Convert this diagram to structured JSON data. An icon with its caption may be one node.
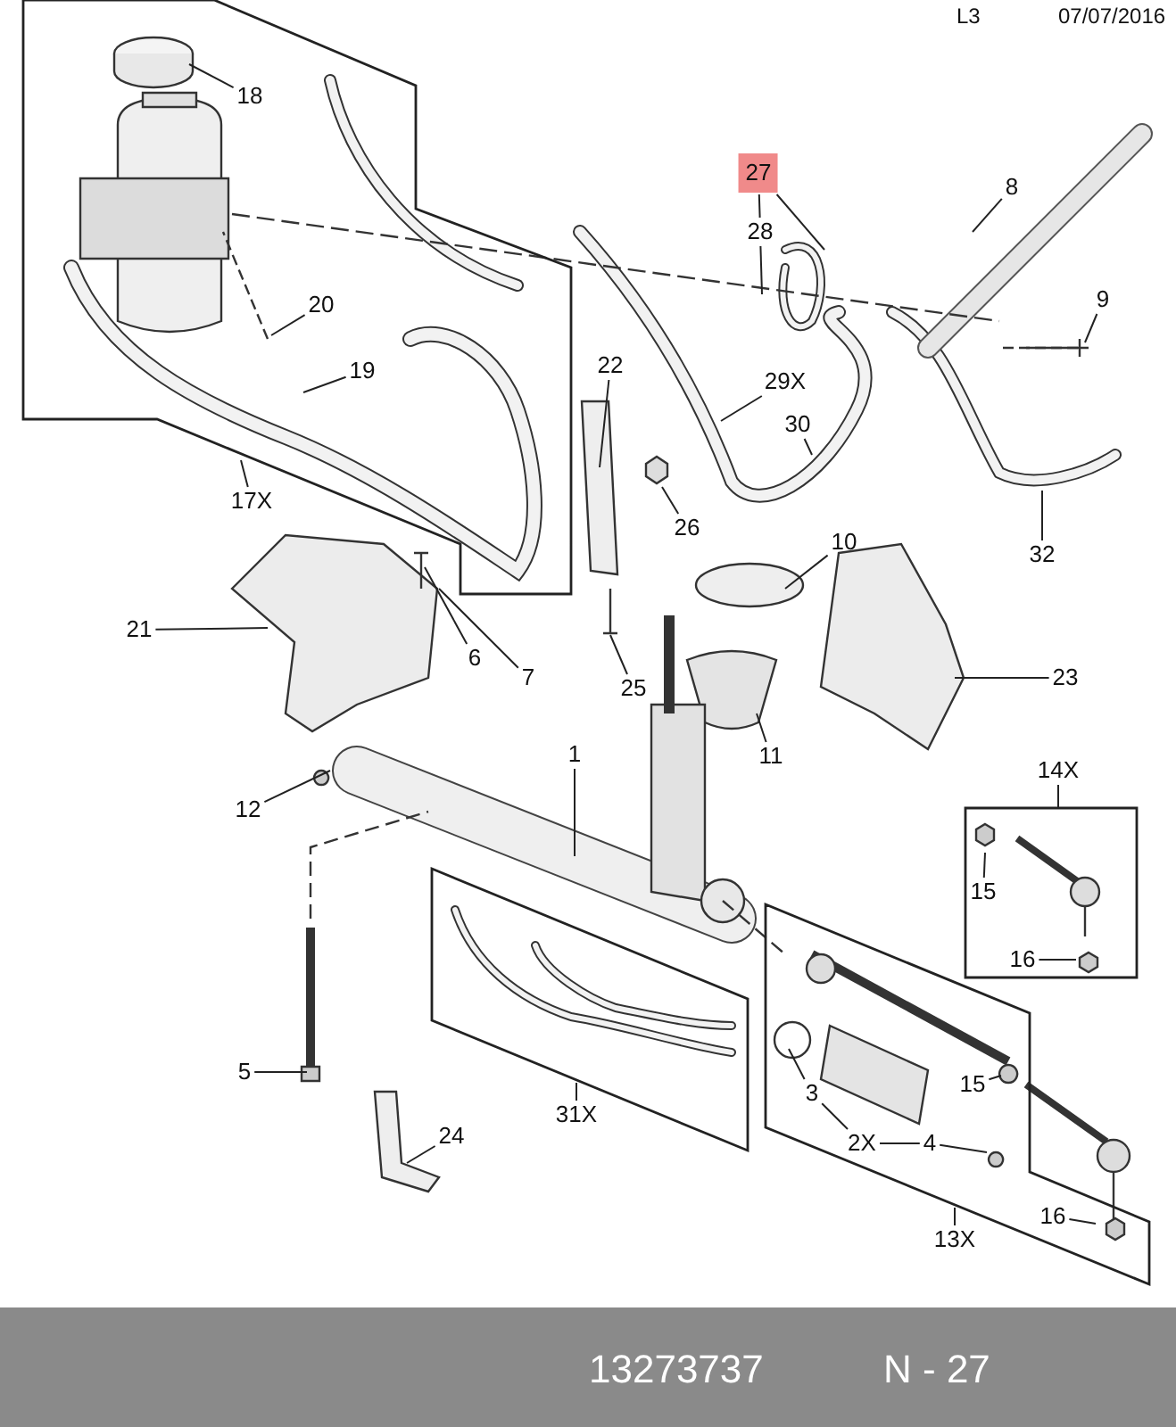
{
  "diagram": {
    "nodes": [
      {
        "text": [],
        "shape": "box"
      },
      {
        "text": [
          "18"
        ],
        "in": 0
      },
      {
        "text": [
          "20"
        ],
        "in": 0
      },
      {
        "text": [
          "19"
        ],
        "in": 0
      },
      {
        "text": [
          "17X"
        ]
      },
      {
        "text": [
          "27"
        ]
      },
      {
        "text": [
          "28"
        ]
      },
      {
        "text": [
          "8"
        ]
      },
      {
        "text": [
          "9"
        ]
      },
      {
        "text": [
          "22"
        ]
      },
      {
        "text": [
          "29X"
        ]
      },
      {
        "text": [
          "30"
        ]
      },
      {
        "text": [
          "26"
        ]
      },
      {
        "text": [
          "32"
        ]
      },
      {
        "text": [
          "10"
        ]
      },
      {
        "text": [
          "21"
        ]
      },
      {
        "text": [
          "6"
        ]
      },
      {
        "text": [
          "7"
        ]
      },
      {
        "text": [
          "25"
        ]
      },
      {
        "text": [
          "23"
        ]
      },
      {
        "text": [
          "11"
        ]
      },
      {
        "text": [
          "1"
        ]
      },
      {
        "text": [
          "12"
        ]
      },
      {
        "text": [
          "14X"
        ]
      },
      {
        "text": [],
        "shape": "box"
      },
      {
        "text": [
          "15"
        ],
        "in": 24
      },
      {
        "text": [
          "16"
        ],
        "in": 24
      },
      {
        "text": [],
        "shape": "box"
      },
      {
        "text": [
          "31X"
        ]
      },
      {
        "text": [
          "5"
        ]
      },
      {
        "text": [],
        "shape": "box"
      },
      {
        "text": [
          "3"
        ],
        "in": 30
      },
      {
        "text": [
          "2X"
        ],
        "in": 30
      },
      {
        "text": [
          "15"
        ],
        "in": 30
      },
      {
        "text": [
          "4"
        ],
        "in": 30
      },
      {
        "text": [
          "24"
        ]
      },
      {
        "text": [
          "13X"
        ]
      },
      {
        "text": [
          "16"
        ],
        "in": 30
      }
    ],
    "edges": [
      {
        "from": 1,
        "to": null,
        "arrow": "none"
      },
      {
        "from": 2,
        "to": null,
        "arrow": "none"
      },
      {
        "from": 3,
        "to": null,
        "arrow": "none"
      },
      {
        "from": 4,
        "to": 0,
        "arrow": "none"
      },
      {
        "from": 5,
        "to": 6,
        "arrow": "none"
      },
      {
        "from": 5,
        "to": null,
        "arrow": "none"
      },
      {
        "from": 6,
        "to": null,
        "arrow": "none"
      },
      {
        "from": 7,
        "to": null,
        "arrow": "none"
      },
      {
        "from": 8,
        "to": null,
        "arrow": "none"
      },
      {
        "from": 9,
        "to": null,
        "arrow": "none"
      },
      {
        "from": 10,
        "to": null,
        "arrow": "none"
      },
      {
        "from": 11,
        "to": null,
        "arrow": "none"
      },
      {
        "from": 12,
        "to": null,
        "arrow": "none"
      },
      {
        "from": 13,
        "to": null,
        "arrow": "none"
      },
      {
        "from": 14,
        "to": null,
        "arrow": "none"
      },
      {
        "from": 15,
        "to": null,
        "arrow": "none"
      },
      {
        "from": 16,
        "to": null,
        "arrow": "none"
      },
      {
        "from": 17,
        "to": null,
        "arrow": "none"
      },
      {
        "from": 18,
        "to": null,
        "arrow": "none"
      },
      {
        "from": 19,
        "to": null,
        "arrow": "none"
      },
      {
        "from": 20,
        "to": null,
        "arrow": "none"
      },
      {
        "from": 21,
        "to": null,
        "arrow": "none"
      },
      {
        "from": 22,
        "to": null,
        "arrow": "none"
      },
      {
        "from": 23,
        "to": 24,
        "arrow": "none"
      },
      {
        "from": 25,
        "to": null,
        "arrow": "none"
      },
      {
        "from": 26,
        "to": null,
        "arrow": "none"
      },
      {
        "from": 28,
        "to": 27,
        "arrow": "none"
      },
      {
        "from": 29,
        "to": null,
        "arrow": "none"
      },
      {
        "from": 31,
        "to": null,
        "arrow": "none"
      },
      {
        "from": 32,
        "to": 31,
        "arrow": "none"
      },
      {
        "from": 32,
        "to": 34,
        "arrow": "none"
      },
      {
        "from": 33,
        "to": null,
        "arrow": "none"
      },
      {
        "from": 34,
        "to": null,
        "arrow": "none"
      },
      {
        "from": 35,
        "to": null,
        "arrow": "none"
      },
      {
        "from": 36,
        "to": 30,
        "arrow": "none"
      },
      {
        "from": 37,
        "to": null,
        "arrow": "none"
      }
    ],
    "labels": [
      "L3",
      "07/07/2016",
      "13273737",
      "N - 27"
    ]
  }
}
